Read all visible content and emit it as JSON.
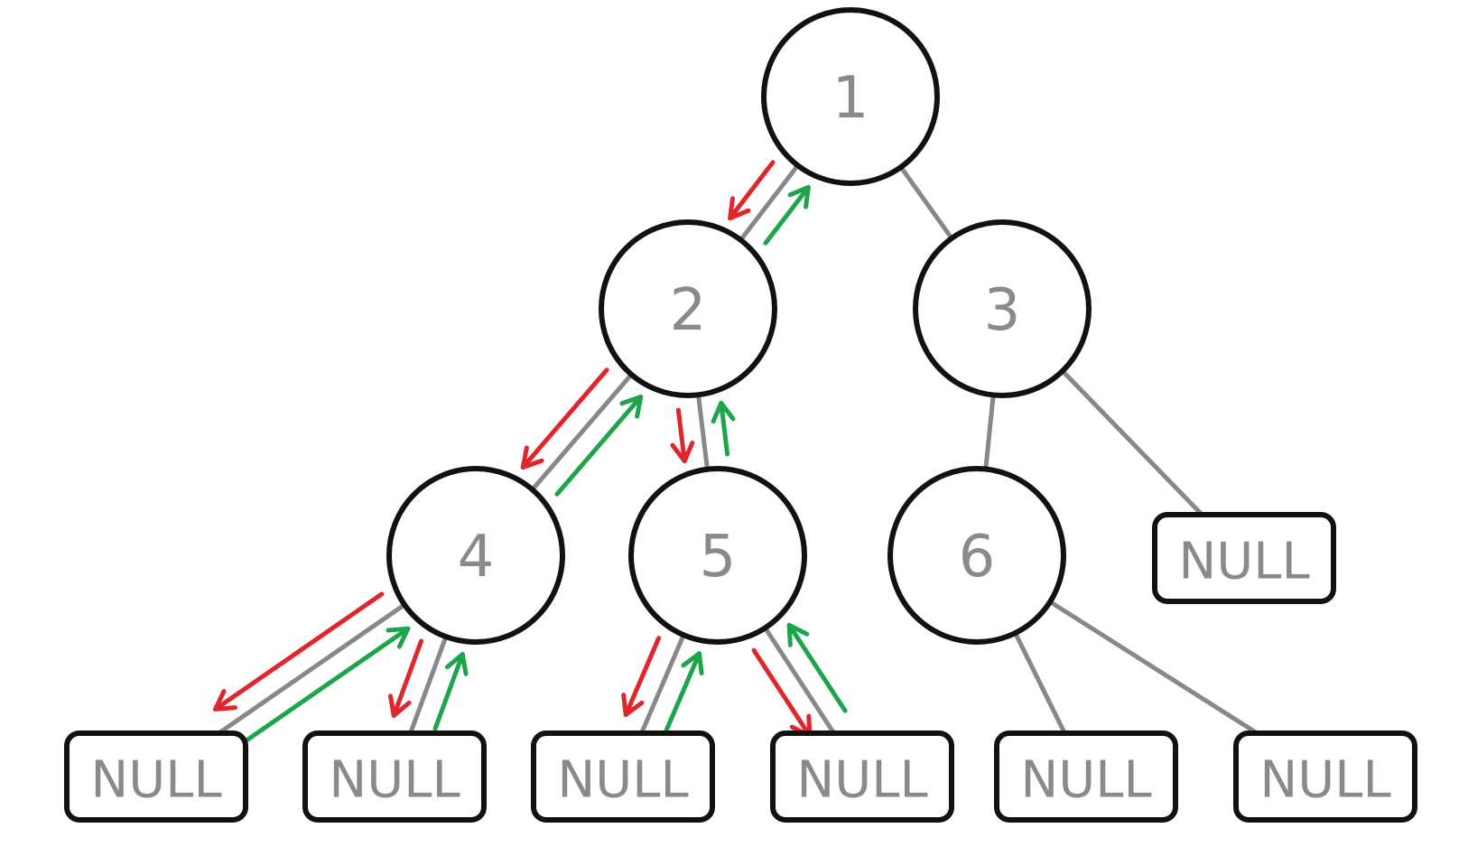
{
  "diagram": {
    "type": "binary-tree-traversal",
    "colors": {
      "background": "#ffffff",
      "outline": "#111111",
      "edge": "#888888",
      "label": "#8a8a8a",
      "descend_arrow": "#e0262a",
      "return_arrow": "#1ea44a"
    },
    "nodes": [
      {
        "id": "n1",
        "label": "1"
      },
      {
        "id": "n2",
        "label": "2"
      },
      {
        "id": "n3",
        "label": "3"
      },
      {
        "id": "n4",
        "label": "4"
      },
      {
        "id": "n5",
        "label": "5"
      },
      {
        "id": "n6",
        "label": "6"
      }
    ],
    "null_leaves": [
      {
        "id": "null-3r",
        "label": "NULL"
      },
      {
        "id": "null-4l",
        "label": "NULL"
      },
      {
        "id": "null-4r",
        "label": "NULL"
      },
      {
        "id": "null-5l",
        "label": "NULL"
      },
      {
        "id": "null-5r",
        "label": "NULL"
      },
      {
        "id": "null-6l",
        "label": "NULL"
      },
      {
        "id": "null-6r",
        "label": "NULL"
      }
    ],
    "edges": [
      {
        "from": "n1",
        "to": "n2"
      },
      {
        "from": "n1",
        "to": "n3"
      },
      {
        "from": "n2",
        "to": "n4"
      },
      {
        "from": "n2",
        "to": "n5"
      },
      {
        "from": "n3",
        "to": "n6"
      },
      {
        "from": "n3",
        "to": "null-3r"
      },
      {
        "from": "n4",
        "to": "null-4l"
      },
      {
        "from": "n4",
        "to": "null-4r"
      },
      {
        "from": "n5",
        "to": "null-5l"
      },
      {
        "from": "n5",
        "to": "null-5r"
      },
      {
        "from": "n6",
        "to": "null-6l"
      },
      {
        "from": "n6",
        "to": "null-6r"
      }
    ],
    "traversal_arrows": [
      {
        "from": "n1",
        "to": "n2",
        "kind": "descend"
      },
      {
        "from": "n2",
        "to": "n1",
        "kind": "return"
      },
      {
        "from": "n2",
        "to": "n4",
        "kind": "descend"
      },
      {
        "from": "n4",
        "to": "n2",
        "kind": "return"
      },
      {
        "from": "n2",
        "to": "n5",
        "kind": "descend"
      },
      {
        "from": "n5",
        "to": "n2",
        "kind": "return"
      },
      {
        "from": "n4",
        "to": "null-4l",
        "kind": "descend"
      },
      {
        "from": "null-4l",
        "to": "n4",
        "kind": "return"
      },
      {
        "from": "n4",
        "to": "null-4r",
        "kind": "descend"
      },
      {
        "from": "null-4r",
        "to": "n4",
        "kind": "return"
      },
      {
        "from": "n5",
        "to": "null-5l",
        "kind": "descend"
      },
      {
        "from": "null-5l",
        "to": "n5",
        "kind": "return"
      },
      {
        "from": "n5",
        "to": "null-5r",
        "kind": "descend"
      },
      {
        "from": "null-5r",
        "to": "n5",
        "kind": "return"
      }
    ]
  }
}
